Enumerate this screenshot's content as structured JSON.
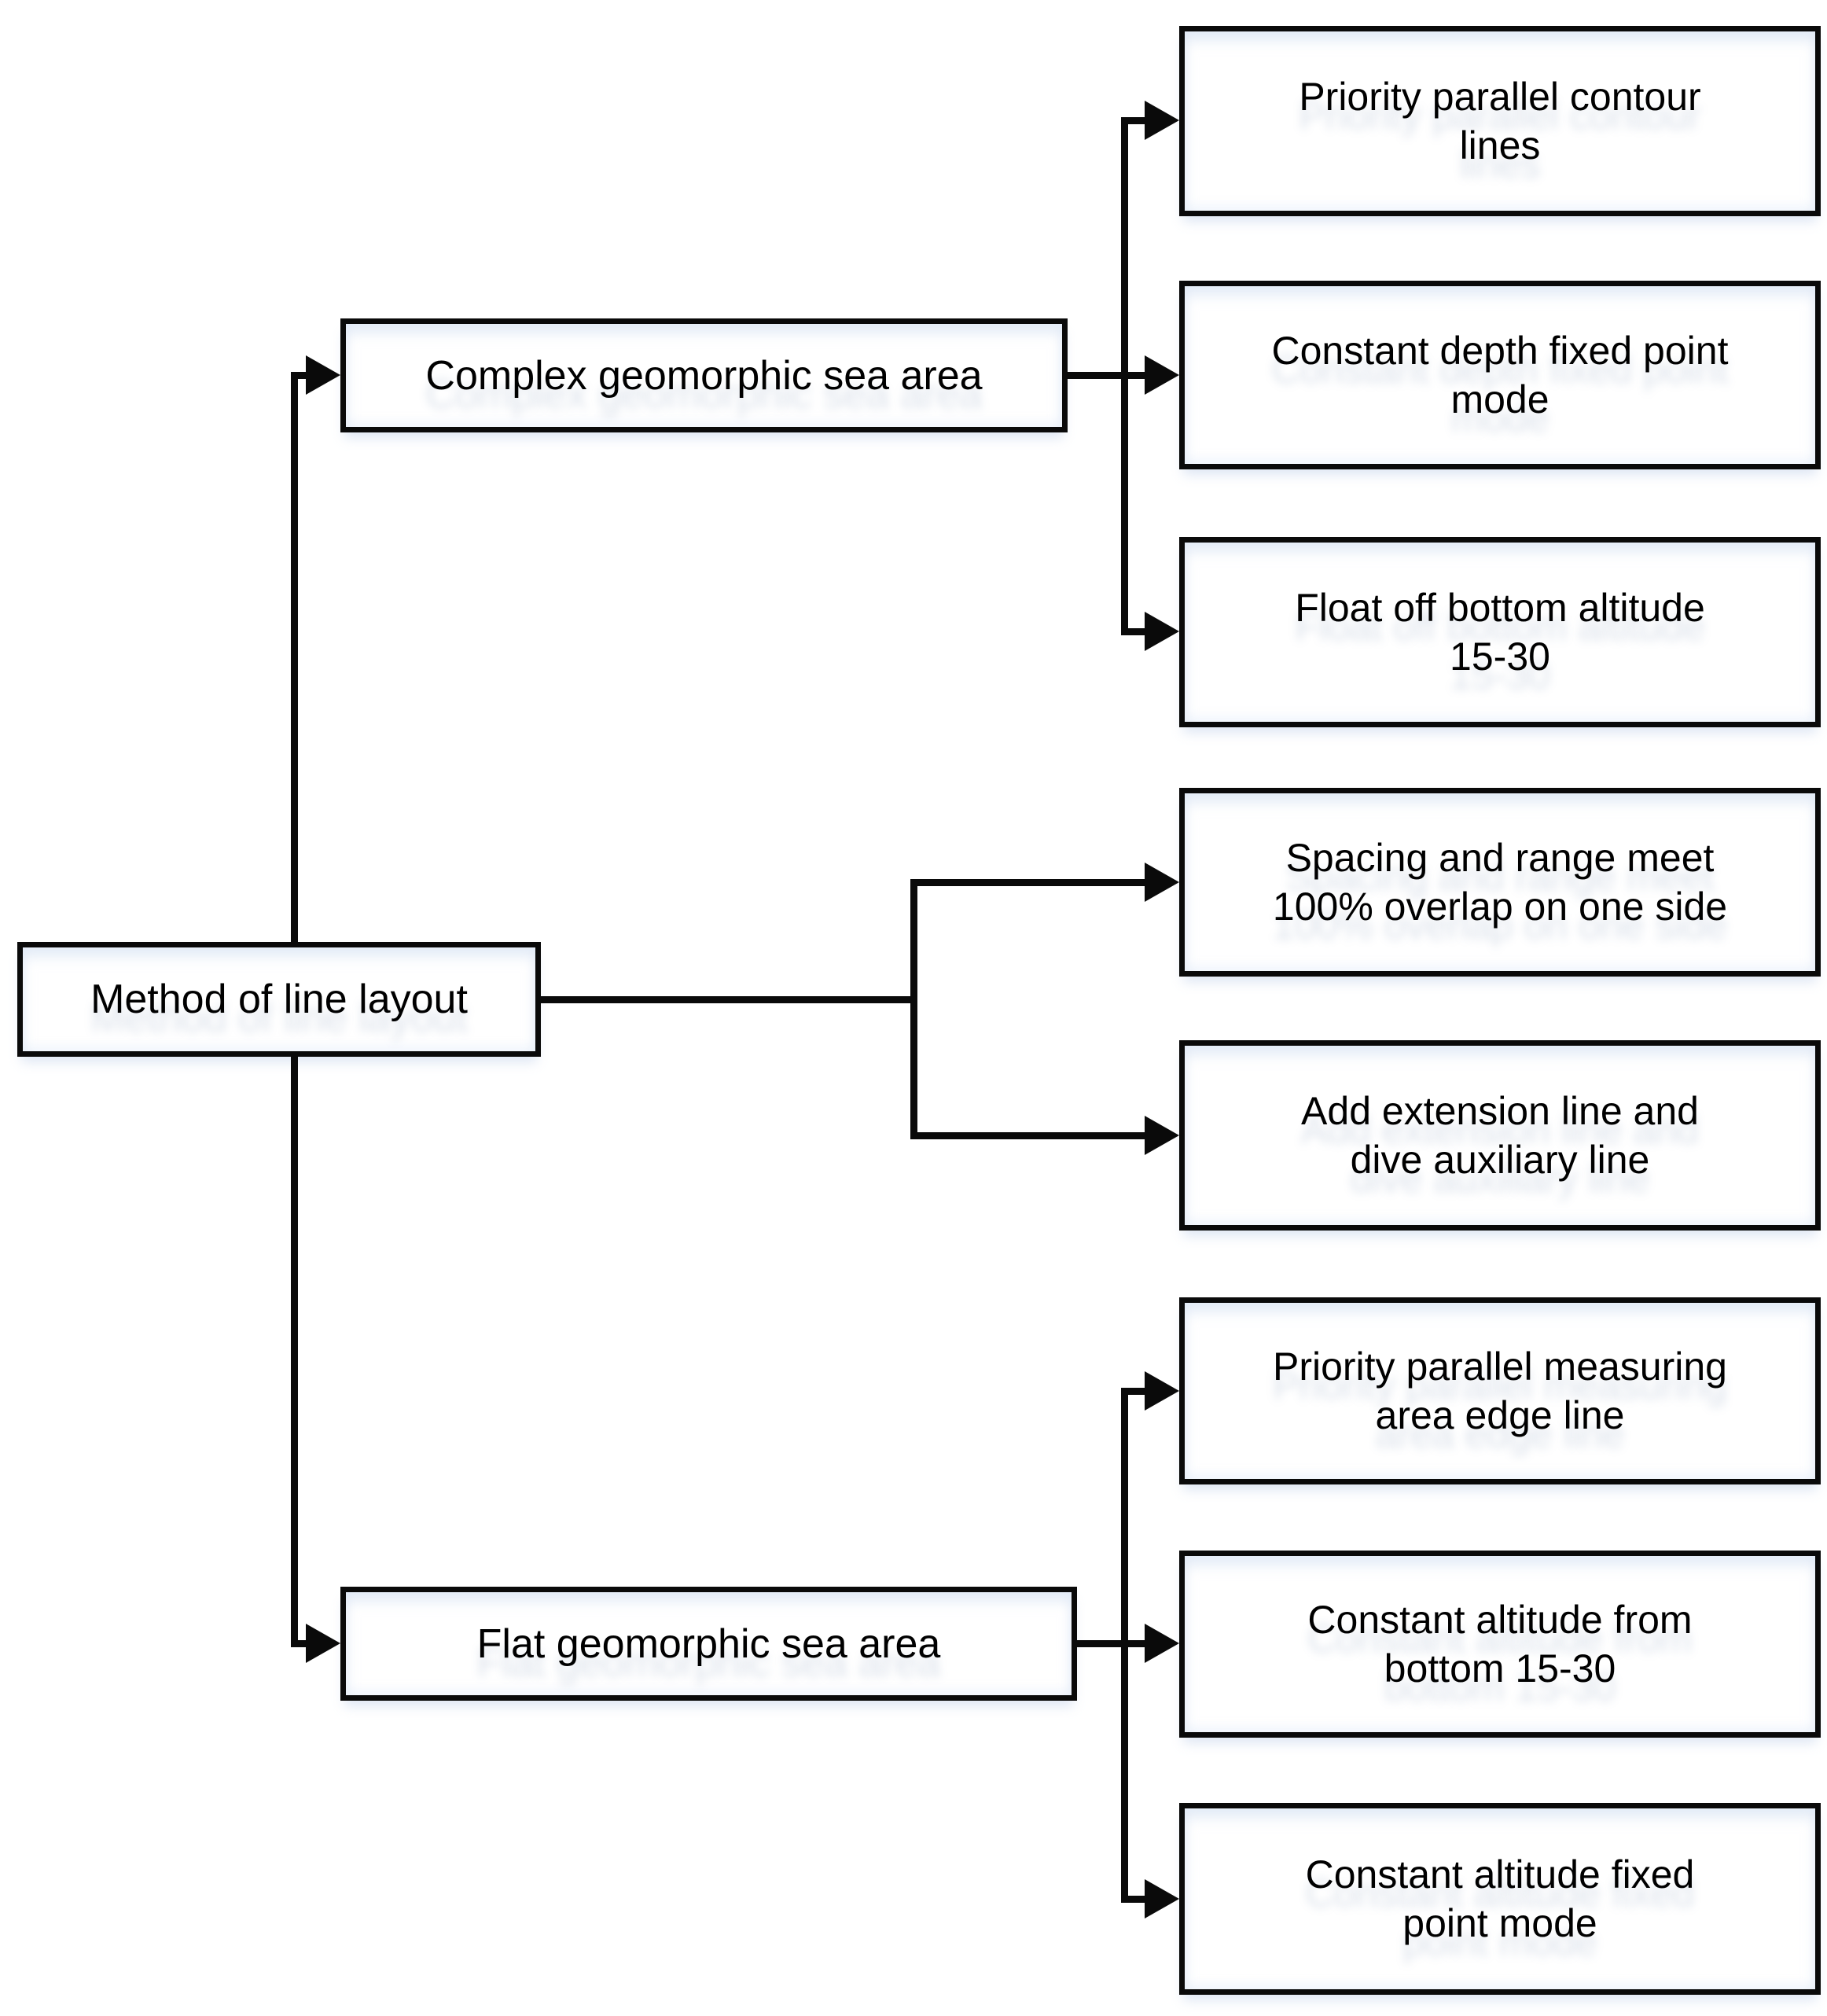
{
  "diagram": {
    "line_color": "#000000",
    "box_fill": "#ffffff",
    "root": {
      "label": "Method of line layout",
      "lines": [
        "Method of line layout"
      ]
    },
    "branches": [
      {
        "id": "complex",
        "label": "Complex geomorphic sea area",
        "lines": [
          "Complex geomorphic sea area"
        ],
        "children": [
          {
            "label": "Priority parallel contour lines",
            "lines": [
              "Priority parallel contour",
              "lines"
            ]
          },
          {
            "label": "Constant depth fixed point mode",
            "lines": [
              "Constant depth fixed point",
              "mode"
            ]
          },
          {
            "label": "Float off bottom altitude 15-30",
            "lines": [
              "Float off bottom altitude",
              "15-30"
            ]
          }
        ]
      },
      {
        "id": "direct",
        "label": "",
        "lines": [],
        "children": [
          {
            "label": "Spacing and range meet 100% overlap on one side",
            "lines": [
              "Spacing and range meet",
              "100% overlap on one side"
            ]
          },
          {
            "label": "Add extension line and dive auxiliary line",
            "lines": [
              "Add extension line and",
              "dive auxiliary line"
            ]
          }
        ]
      },
      {
        "id": "flat",
        "label": "Flat geomorphic sea area",
        "lines": [
          "Flat geomorphic sea area"
        ],
        "children": [
          {
            "label": "Priority parallel measuring area edge line",
            "lines": [
              "Priority parallel measuring",
              "area edge line"
            ]
          },
          {
            "label": "Constant altitude from bottom 15-30",
            "lines": [
              "Constant altitude from",
              "bottom 15-30"
            ]
          },
          {
            "label": "Constant altitude fixed point mode",
            "lines": [
              "Constant altitude fixed",
              "point mode"
            ]
          }
        ]
      }
    ]
  }
}
